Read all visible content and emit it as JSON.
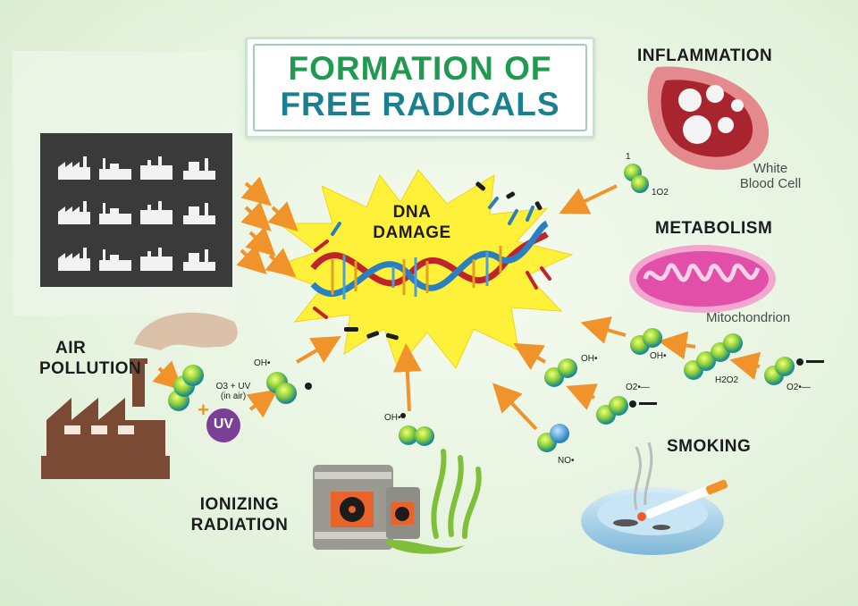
{
  "title": {
    "line1": "FORMATION OF",
    "line2": "FREE RADICALS"
  },
  "center": {
    "label_line1": "DNA",
    "label_line2": "DAMAGE"
  },
  "sources": {
    "inflammation": {
      "label": "INFLAMMATION",
      "caption_line1": "White",
      "caption_line2": "Blood Cell"
    },
    "metabolism": {
      "label": "METABOLISM",
      "caption": "Mitochondrion"
    },
    "air_pollution": {
      "label_line1": "AIR",
      "label_line2": "POLLUTION",
      "reaction_line1": "O3 + UV",
      "reaction_line2": "(in air)",
      "uv_badge": "UV"
    },
    "ionizing_radiation": {
      "label_line1": "IONIZING",
      "label_line2": "RADIATION"
    },
    "smoking": {
      "label": "SMOKING"
    }
  },
  "molecules": {
    "singlet_oxygen_top": "1",
    "singlet_oxygen_bottom": "1O2",
    "oh_metabolism": "OH•",
    "h2o2": "H2O2",
    "o2_right": "O2•—",
    "oh_mid": "OH•",
    "o2_mid": "O2•—",
    "no": "NO•",
    "oh_air": "OH•",
    "oh_radiation": "OH•"
  },
  "colors": {
    "title_green": "#1f9a4e",
    "title_teal": "#1a7f8e",
    "arrow_orange": "#f0932b",
    "burst_yellow": "#fff13a",
    "molecule_green": "#9fd33a",
    "uv_purple": "#7b3f98",
    "dna_blue": "#2a7fc0",
    "dna_red": "#c0242b"
  },
  "icons": [
    "factory-icon",
    "dna-icon",
    "white-blood-cell-icon",
    "mitochondrion-icon",
    "ashtray-cigarette-icon",
    "radioactive-barrel-icon",
    "uv-icon"
  ]
}
